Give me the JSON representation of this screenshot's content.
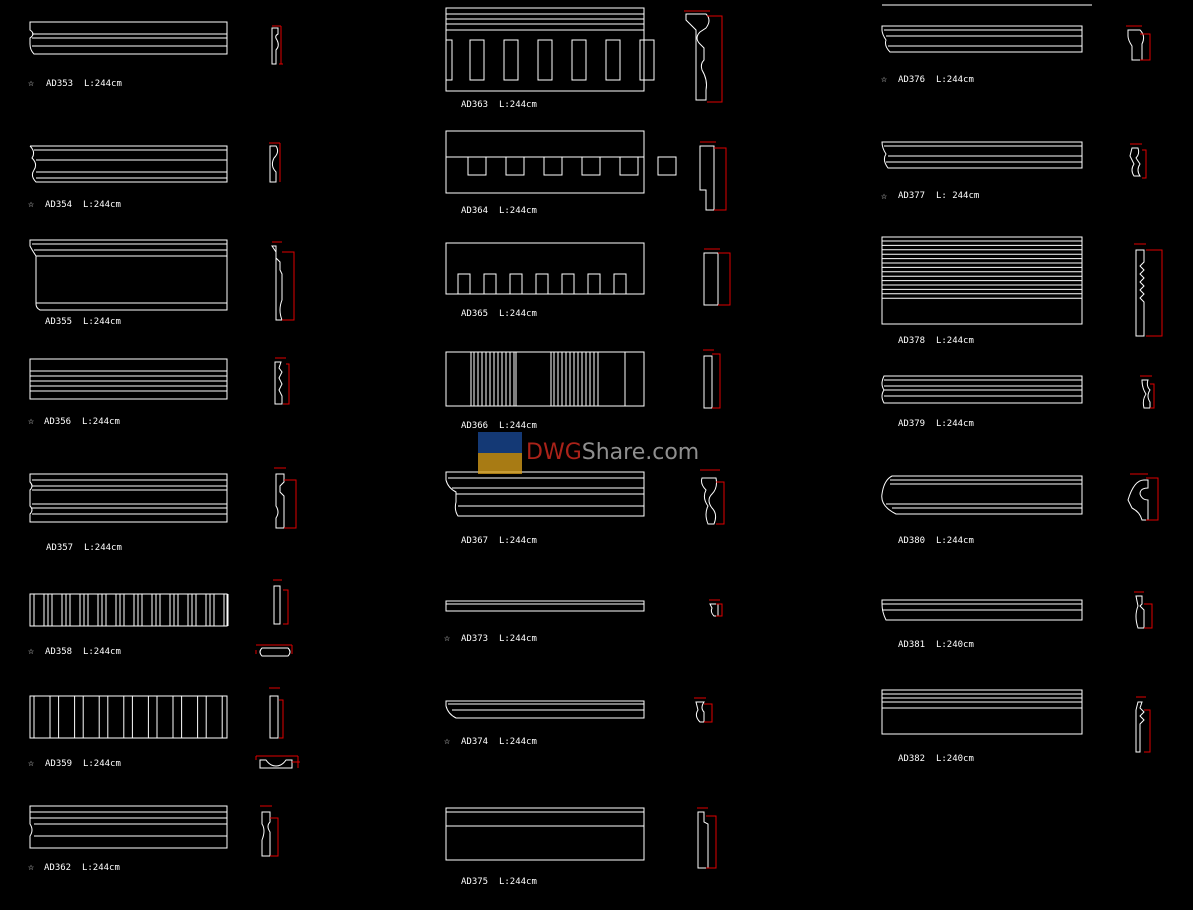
{
  "length_prefix": "L:",
  "items": [
    {
      "code": "AD353",
      "length": "244cm",
      "star": true
    },
    {
      "code": "AD354",
      "length": "244cm",
      "star": true
    },
    {
      "code": "AD355",
      "length": "244cm",
      "star": false
    },
    {
      "code": "AD356",
      "length": "244cm",
      "star": true
    },
    {
      "code": "AD357",
      "length": "244cm",
      "star": false
    },
    {
      "code": "AD358",
      "length": "244cm",
      "star": true
    },
    {
      "code": "AD359",
      "length": "244cm",
      "star": true
    },
    {
      "code": "AD362",
      "length": "244cm",
      "star": true
    },
    {
      "code": "AD363",
      "length": "244cm",
      "star": false
    },
    {
      "code": "AD364",
      "length": "244cm",
      "star": false
    },
    {
      "code": "AD365",
      "length": "244cm",
      "star": false
    },
    {
      "code": "AD366",
      "length": "244cm",
      "star": false
    },
    {
      "code": "AD367",
      "length": "244cm",
      "star": false
    },
    {
      "code": "AD373",
      "length": "244cm",
      "star": true
    },
    {
      "code": "AD374",
      "length": "244cm",
      "star": true
    },
    {
      "code": "AD375",
      "length": "244cm",
      "star": false
    },
    {
      "code": "AD376",
      "length": "244cm",
      "star": true
    },
    {
      "code": "AD377",
      "length": " 244cm",
      "star": true
    },
    {
      "code": "AD378",
      "length": "244cm",
      "star": false
    },
    {
      "code": "AD379",
      "length": "244cm",
      "star": false
    },
    {
      "code": "AD380",
      "length": "244cm",
      "star": false
    },
    {
      "code": "AD381",
      "length": "240cm",
      "star": false
    },
    {
      "code": "AD382",
      "length": "240cm",
      "star": false
    }
  ],
  "watermark": {
    "brand": "DWG",
    "rest": "Share.com"
  },
  "colors": {
    "background": "#000000",
    "line": "#ffffff",
    "dimension": "#e00000"
  }
}
